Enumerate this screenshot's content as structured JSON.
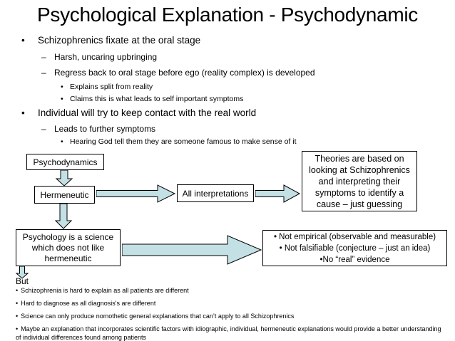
{
  "slide": {
    "title": "Psychological Explanation - Psychodynamic"
  },
  "bullets": [
    {
      "level": 1,
      "marker": "•",
      "text": "Schizophrenics fixate at the oral stage"
    },
    {
      "level": 2,
      "marker": "–",
      "text": "Harsh, uncaring upbringing"
    },
    {
      "level": 2,
      "marker": "–",
      "text": "Regress back to oral stage before ego (reality complex) is developed"
    },
    {
      "level": 3,
      "marker": "•",
      "text": "Explains split from reality"
    },
    {
      "level": 3,
      "marker": "•",
      "text": "Claims this is what leads to self important symptoms"
    },
    {
      "level": 1,
      "marker": "•",
      "text": "Individual will try to keep contact with the real world"
    },
    {
      "level": 2,
      "marker": "–",
      "text": "Leads to further symptoms"
    },
    {
      "level": 3,
      "marker": "•",
      "text": "Hearing God tell them they are someone famous to make sense of it"
    }
  ],
  "diagram": {
    "arrow_fill": "#c3e0e4",
    "boxes": {
      "psychodynamics": "Psychodynamics",
      "hermeneutic": "Hermeneutic",
      "all_interpretations": "All interpretations",
      "theories": "Theories are based on looking at Schizophrenics and interpreting their symptoms to identify a cause – just guessing",
      "psychology_science": "Psychology is a science which does not like hermeneutic"
    },
    "critique_lines": [
      "• Not empirical (observable and measurable)",
      "• Not falsifiable (conjecture – just an idea)",
      "•No “real” evidence"
    ],
    "but_label": "But"
  },
  "footnotes": [
    {
      "marker": "•",
      "text": "Schizophrenia is hard to explain as all patients are different"
    },
    {
      "marker": "•",
      "text": "Hard to diagnose as all diagnosis's are different"
    },
    {
      "marker": "•",
      "text": "Science can only produce nomothetic general explanations that can’t apply to all Schizophrenics"
    },
    {
      "marker": "•",
      "text": "Maybe an explanation that incorporates scientific factors with idiographic, individual, hermeneutic explanations would provide a better understanding of individual differences found among patients"
    }
  ]
}
